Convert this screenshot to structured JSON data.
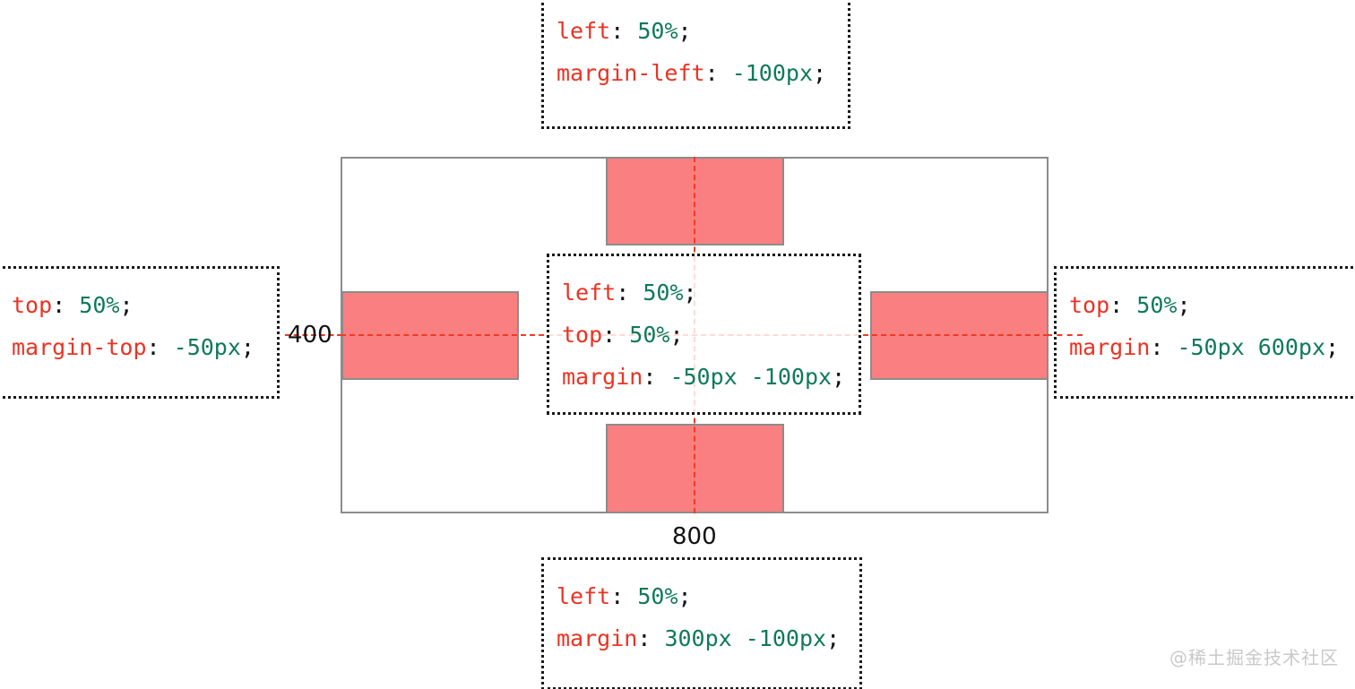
{
  "diagram": {
    "title": "CSS absolute-centering with negative margins",
    "colors": {
      "block_fill": "#fa7f80",
      "block_border": "#8c8c8c",
      "container_border": "#8c8c8c",
      "guide_line": "#ef3b24",
      "code_property": "#ea3323",
      "code_value": "#0f7a5a",
      "code_punct": "#111111",
      "annotation_border": "#1a1a1a",
      "watermark": "#c9c9c9"
    },
    "container": {
      "name": "parent-container",
      "width_label": "800",
      "height_label": "400"
    },
    "blocks": [
      {
        "name": "top-block"
      },
      {
        "name": "left-block"
      },
      {
        "name": "right-block"
      },
      {
        "name": "bottom-block"
      }
    ],
    "annotations": {
      "top": {
        "name": "top-annotation",
        "lines": [
          {
            "prop": "left",
            "colon": ":",
            "value": "50%",
            "semi": ";"
          },
          {
            "prop": "margin-left",
            "colon": ":",
            "value": "-100px",
            "semi": ";"
          }
        ]
      },
      "left": {
        "name": "left-annotation",
        "lines": [
          {
            "prop": "top",
            "colon": ":",
            "value": "50%",
            "semi": ";"
          },
          {
            "prop": "margin-top",
            "colon": ":",
            "value": "-50px",
            "semi": ";"
          }
        ]
      },
      "right": {
        "name": "right-annotation",
        "lines": [
          {
            "prop": "top",
            "colon": ":",
            "value": "50%",
            "semi": ";"
          },
          {
            "prop": "margin",
            "colon": ":",
            "value": "-50px 600px",
            "semi": ";"
          }
        ]
      },
      "center": {
        "name": "center-annotation",
        "lines": [
          {
            "prop": "left",
            "colon": ":",
            "value": "50%",
            "semi": ";"
          },
          {
            "prop": "top",
            "colon": ":",
            "value": "50%",
            "semi": ";"
          },
          {
            "prop": "margin",
            "colon": ":",
            "value": "-50px -100px",
            "semi": ";"
          }
        ]
      },
      "bottom": {
        "name": "bottom-annotation",
        "lines": [
          {
            "prop": "left",
            "colon": ":",
            "value": "50%",
            "semi": ";"
          },
          {
            "prop": "margin",
            "colon": ":",
            "value": "300px -100px",
            "semi": ";"
          }
        ]
      }
    },
    "watermark": "@稀土掘金技术社区"
  }
}
